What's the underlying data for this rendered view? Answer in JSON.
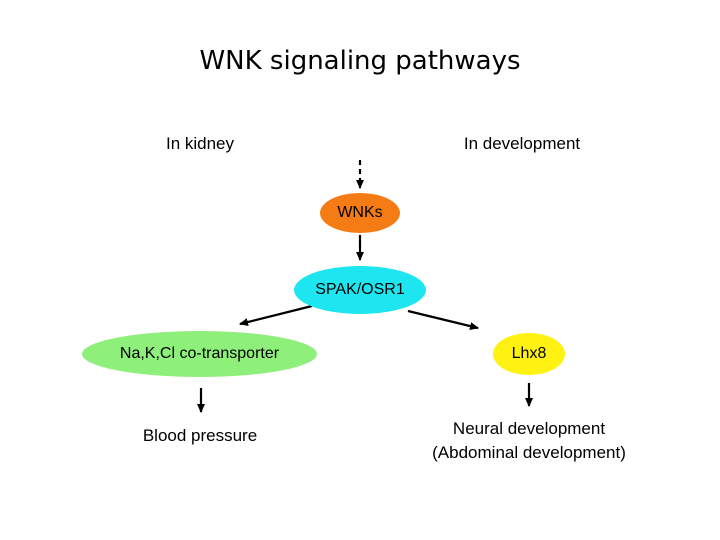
{
  "title": "WNK signaling pathways",
  "context_labels": {
    "left": "In kidney",
    "right": "In development"
  },
  "nodes": {
    "wnks": {
      "label": "WNKs",
      "color": "#f57c14"
    },
    "spak": {
      "label": "SPAK/OSR1",
      "color": "#1ee6f0"
    },
    "nkcc": {
      "label": "Na,K,Cl co-transporter",
      "color": "#8ef07a"
    },
    "lhx8": {
      "label": "Lhx8",
      "color": "#fff212"
    }
  },
  "outcomes": {
    "left": {
      "line1": "Blood pressure"
    },
    "right": {
      "line1": "Neural development",
      "line2": "(Abdominal development)"
    }
  }
}
